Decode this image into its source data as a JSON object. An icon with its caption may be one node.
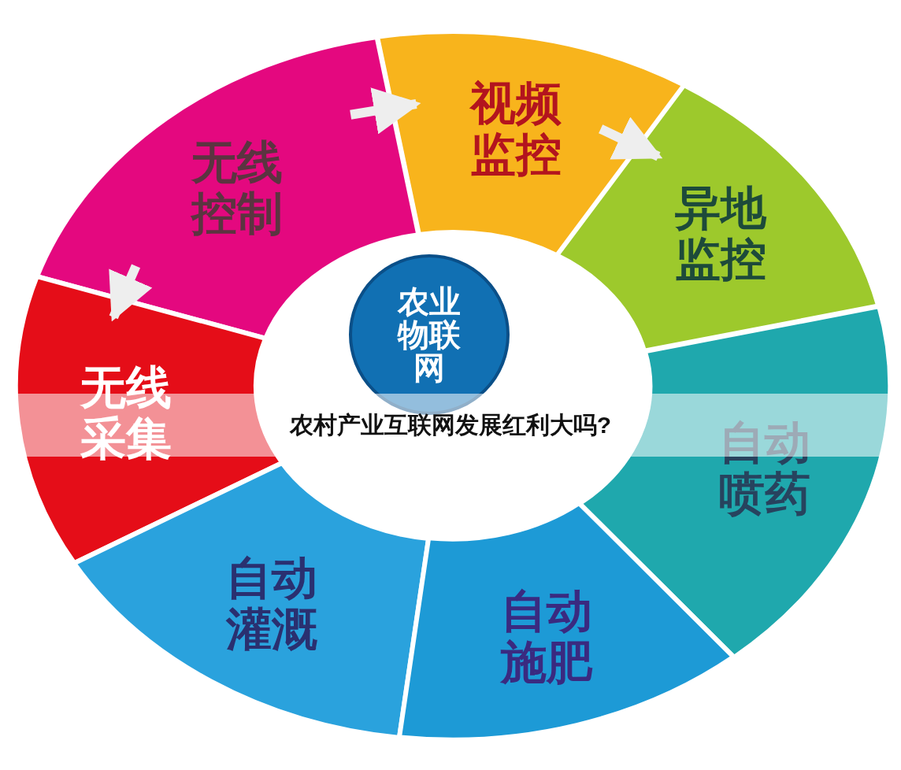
{
  "diagram": {
    "title": "农村产业互联网发展红利大吗?",
    "nodes": [
      {
        "text": [
          "视频监控"
        ]
      },
      {
        "text": [
          "无线控制"
        ]
      },
      {
        "text": [
          "异地监控"
        ]
      },
      {
        "text": [
          "农业物联网"
        ]
      },
      {
        "text": [
          "无线采集"
        ]
      },
      {
        "text": [
          "自动喷药"
        ]
      },
      {
        "text": [
          "自动灌溉"
        ]
      },
      {
        "text": [
          "自动施肥"
        ]
      }
    ],
    "edges": [
      {
        "from": 1,
        "to": 0,
        "arrow": "to"
      },
      {
        "from": 0,
        "to": 2,
        "arrow": "to"
      },
      {
        "from": 1,
        "to": 4,
        "arrow": "to"
      }
    ]
  }
}
